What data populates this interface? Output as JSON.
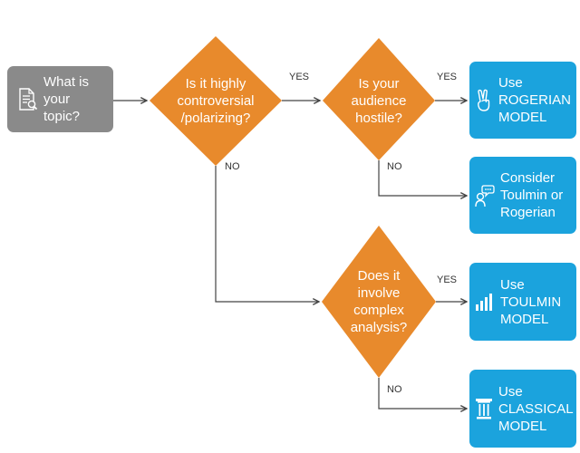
{
  "start": {
    "label": "What is your\ntopic?",
    "icon": "document-search-icon"
  },
  "decisions": [
    {
      "label": "Is it highly\ncontroversial\n/polarizing?"
    },
    {
      "label": "Is your\naudience\nhostile?"
    },
    {
      "label": "Does it\ninvolve\ncomplex\nanalysis?"
    }
  ],
  "results": [
    {
      "label": "Use\nROGERIAN\nMODEL",
      "icon": "peace-hand-icon"
    },
    {
      "label": "Consider\nToulmin or\nRogerian",
      "icon": "person-speech-icon"
    },
    {
      "label": "Use\nTOULMIN\nMODEL",
      "icon": "bar-chart-icon"
    },
    {
      "label": "Use\nCLASSICAL\nMODEL",
      "icon": "column-pillar-icon"
    }
  ],
  "edge_labels": {
    "d1_yes": "YES",
    "d1_no": "NO",
    "d2_yes": "YES",
    "d2_no": "NO",
    "d3_yes": "YES",
    "d3_no": "NO"
  },
  "colors": {
    "start": "#8a8a8a",
    "decision": "#e88a2c",
    "result": "#1ba3dd",
    "line": "#444444"
  }
}
